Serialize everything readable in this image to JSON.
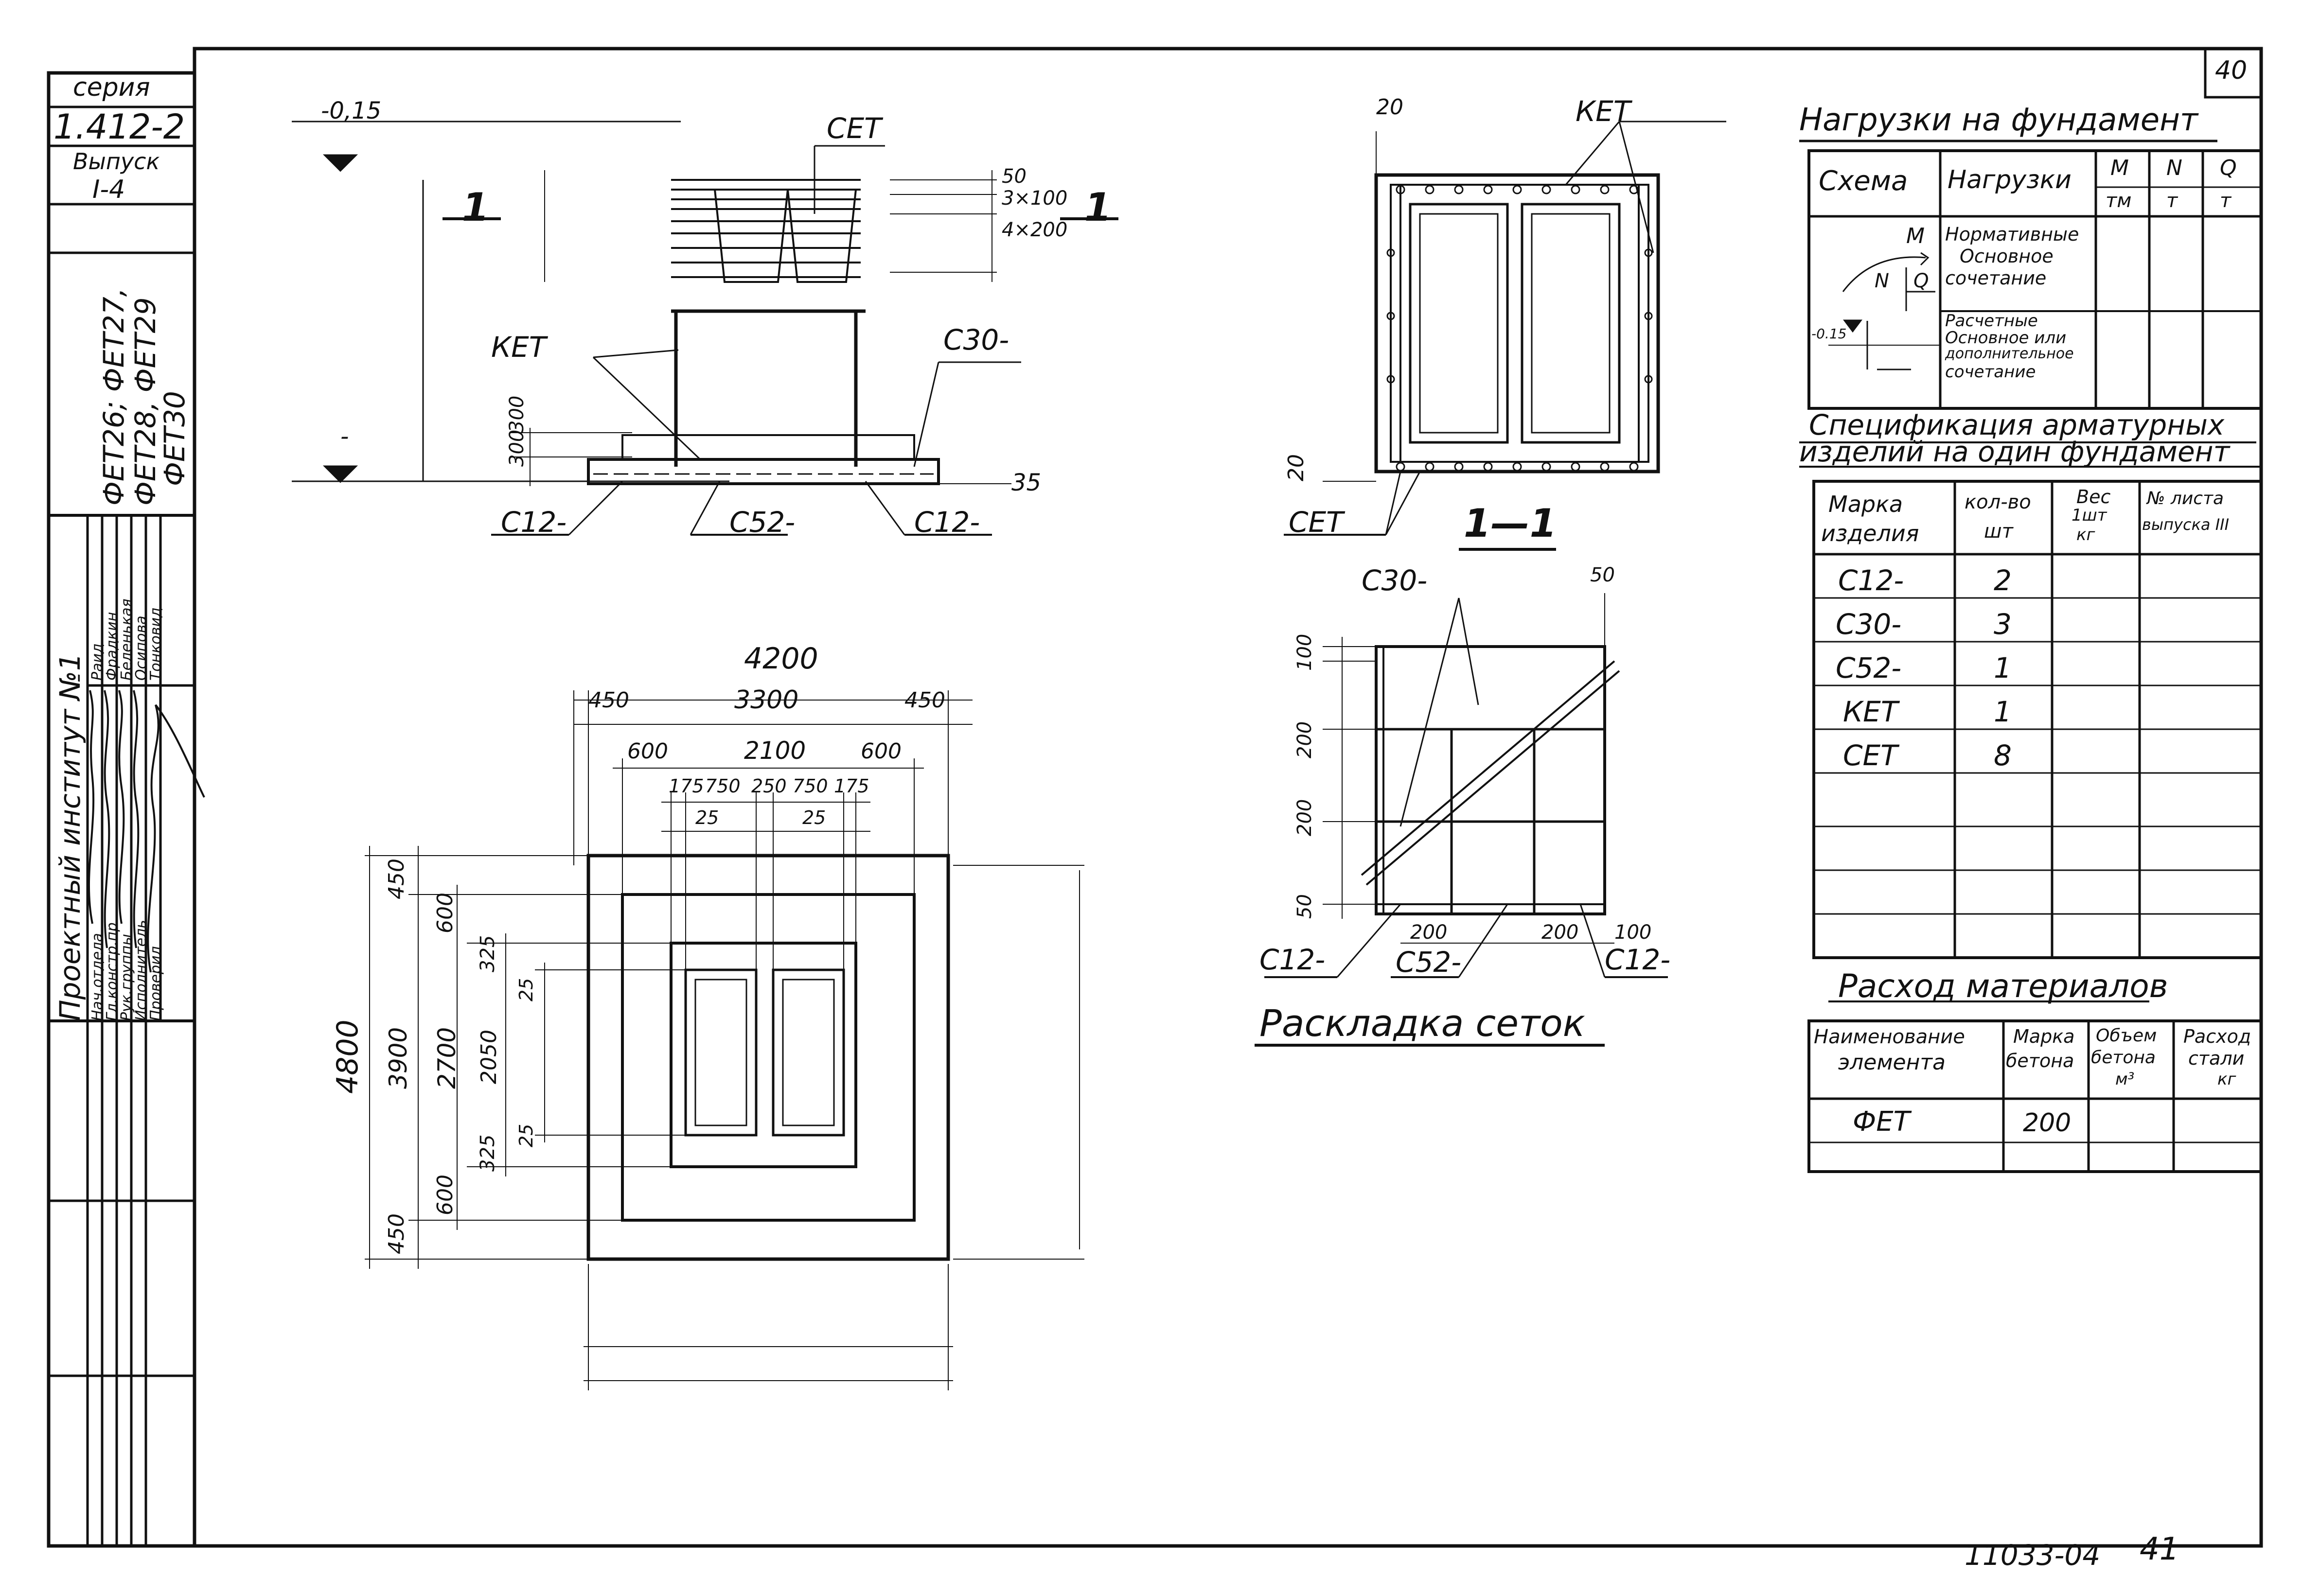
{
  "sheet_number": "40",
  "bottom_code": "11033-04",
  "bottom_page": "41",
  "title_block": {
    "series_label": "серия",
    "series_value": "1.412-2",
    "issue_label": "Выпуск",
    "issue_value": "I-4",
    "product_line1": "ФЕТ26; ФЕТ27,",
    "product_line2": "ФЕТ28, ФЕТ29",
    "product_line3": "ФЕТ30",
    "institute": "Проектный институт №1",
    "roles": [
      "Нач.отдела",
      "Гл.констр.пр",
      "Рук.группы",
      "Исполнитель",
      "Проверил"
    ],
    "names": [
      "Раид",
      "Фрадкин",
      "Беленькая",
      "Осипова",
      "Тонковид"
    ]
  },
  "elevation": {
    "level_top": "-0,15",
    "level_bottom": "-",
    "section_mark_left": "1",
    "section_mark_right": "1",
    "labels": {
      "cet": "СЕТ",
      "ket": "КЕТ",
      "c30": "С30-",
      "c12_left": "С12-",
      "c52": "С52-",
      "c12_right": "С12-"
    },
    "dims_right": [
      "50",
      "3×100",
      "4×200"
    ],
    "dims_left": [
      "300",
      "300"
    ],
    "dim_bottom": "35"
  },
  "plan": {
    "overall_width": "4200",
    "row2": [
      "450",
      "3300",
      "450"
    ],
    "row3": [
      "600",
      "2100",
      "600"
    ],
    "row4": [
      "175",
      "750",
      "250",
      "750",
      "175"
    ],
    "row5": [
      "25",
      "25"
    ],
    "overall_height": "4800",
    "left_col1": [
      "450",
      "3900",
      "450"
    ],
    "left_col2": [
      "600",
      "2700",
      "600"
    ],
    "left_col3": [
      "325",
      "2050",
      "325"
    ],
    "left_col4": [
      "25",
      "25"
    ]
  },
  "section": {
    "dim_top": "20",
    "dim_left": "20",
    "labels": {
      "ket": "КЕТ",
      "cet": "СЕТ"
    },
    "title": "1—1"
  },
  "mesh": {
    "labels": {
      "c30": "С30-",
      "c12_left": "С12-",
      "c52": "С52-",
      "c12_right": "С12-"
    },
    "dims_left": [
      "100",
      "200",
      "200",
      "50"
    ],
    "dim_top_right": "50",
    "dims_bottom": [
      "200",
      "200",
      "100"
    ],
    "title": "Раскладка сеток"
  },
  "loads_table": {
    "title": "Нагрузки на фундамент",
    "headers": [
      "Схема",
      "Нагрузки",
      "M",
      "N",
      "Q"
    ],
    "units": [
      "тм",
      "т",
      "т"
    ],
    "rows": [
      [
        "Нормативные",
        "Основное",
        "сочетание"
      ],
      [
        "Расчетные",
        "Основное или",
        "дополнительное",
        "сочетание"
      ]
    ],
    "diagram_labels": {
      "m": "M",
      "n": "N",
      "q": "Q",
      "level": "-0.15"
    }
  },
  "spec_table": {
    "title_line1": "Спецификация арматурных",
    "title_line2": "изделий на один фундамент",
    "headers": [
      [
        "Марка",
        "изделия"
      ],
      [
        "кол-во",
        "шт"
      ],
      [
        "Вес",
        "1шт",
        "кг"
      ],
      [
        "№ листа",
        "выпуска III"
      ]
    ],
    "rows": [
      {
        "mark": "С12-",
        "qty": "2"
      },
      {
        "mark": "С30-",
        "qty": "3"
      },
      {
        "mark": "С52-",
        "qty": "1"
      },
      {
        "mark": "КЕТ",
        "qty": "1"
      },
      {
        "mark": "СЕТ",
        "qty": "8"
      }
    ]
  },
  "materials_table": {
    "title": "Расход материалов",
    "headers": [
      [
        "Наименование",
        "элемента"
      ],
      [
        "Марка",
        "бетона"
      ],
      [
        "Объем",
        "бетона",
        "м³"
      ],
      [
        "Расход",
        "стали",
        "кг"
      ]
    ],
    "row": {
      "name": "ФЕТ",
      "grade": "200"
    }
  }
}
